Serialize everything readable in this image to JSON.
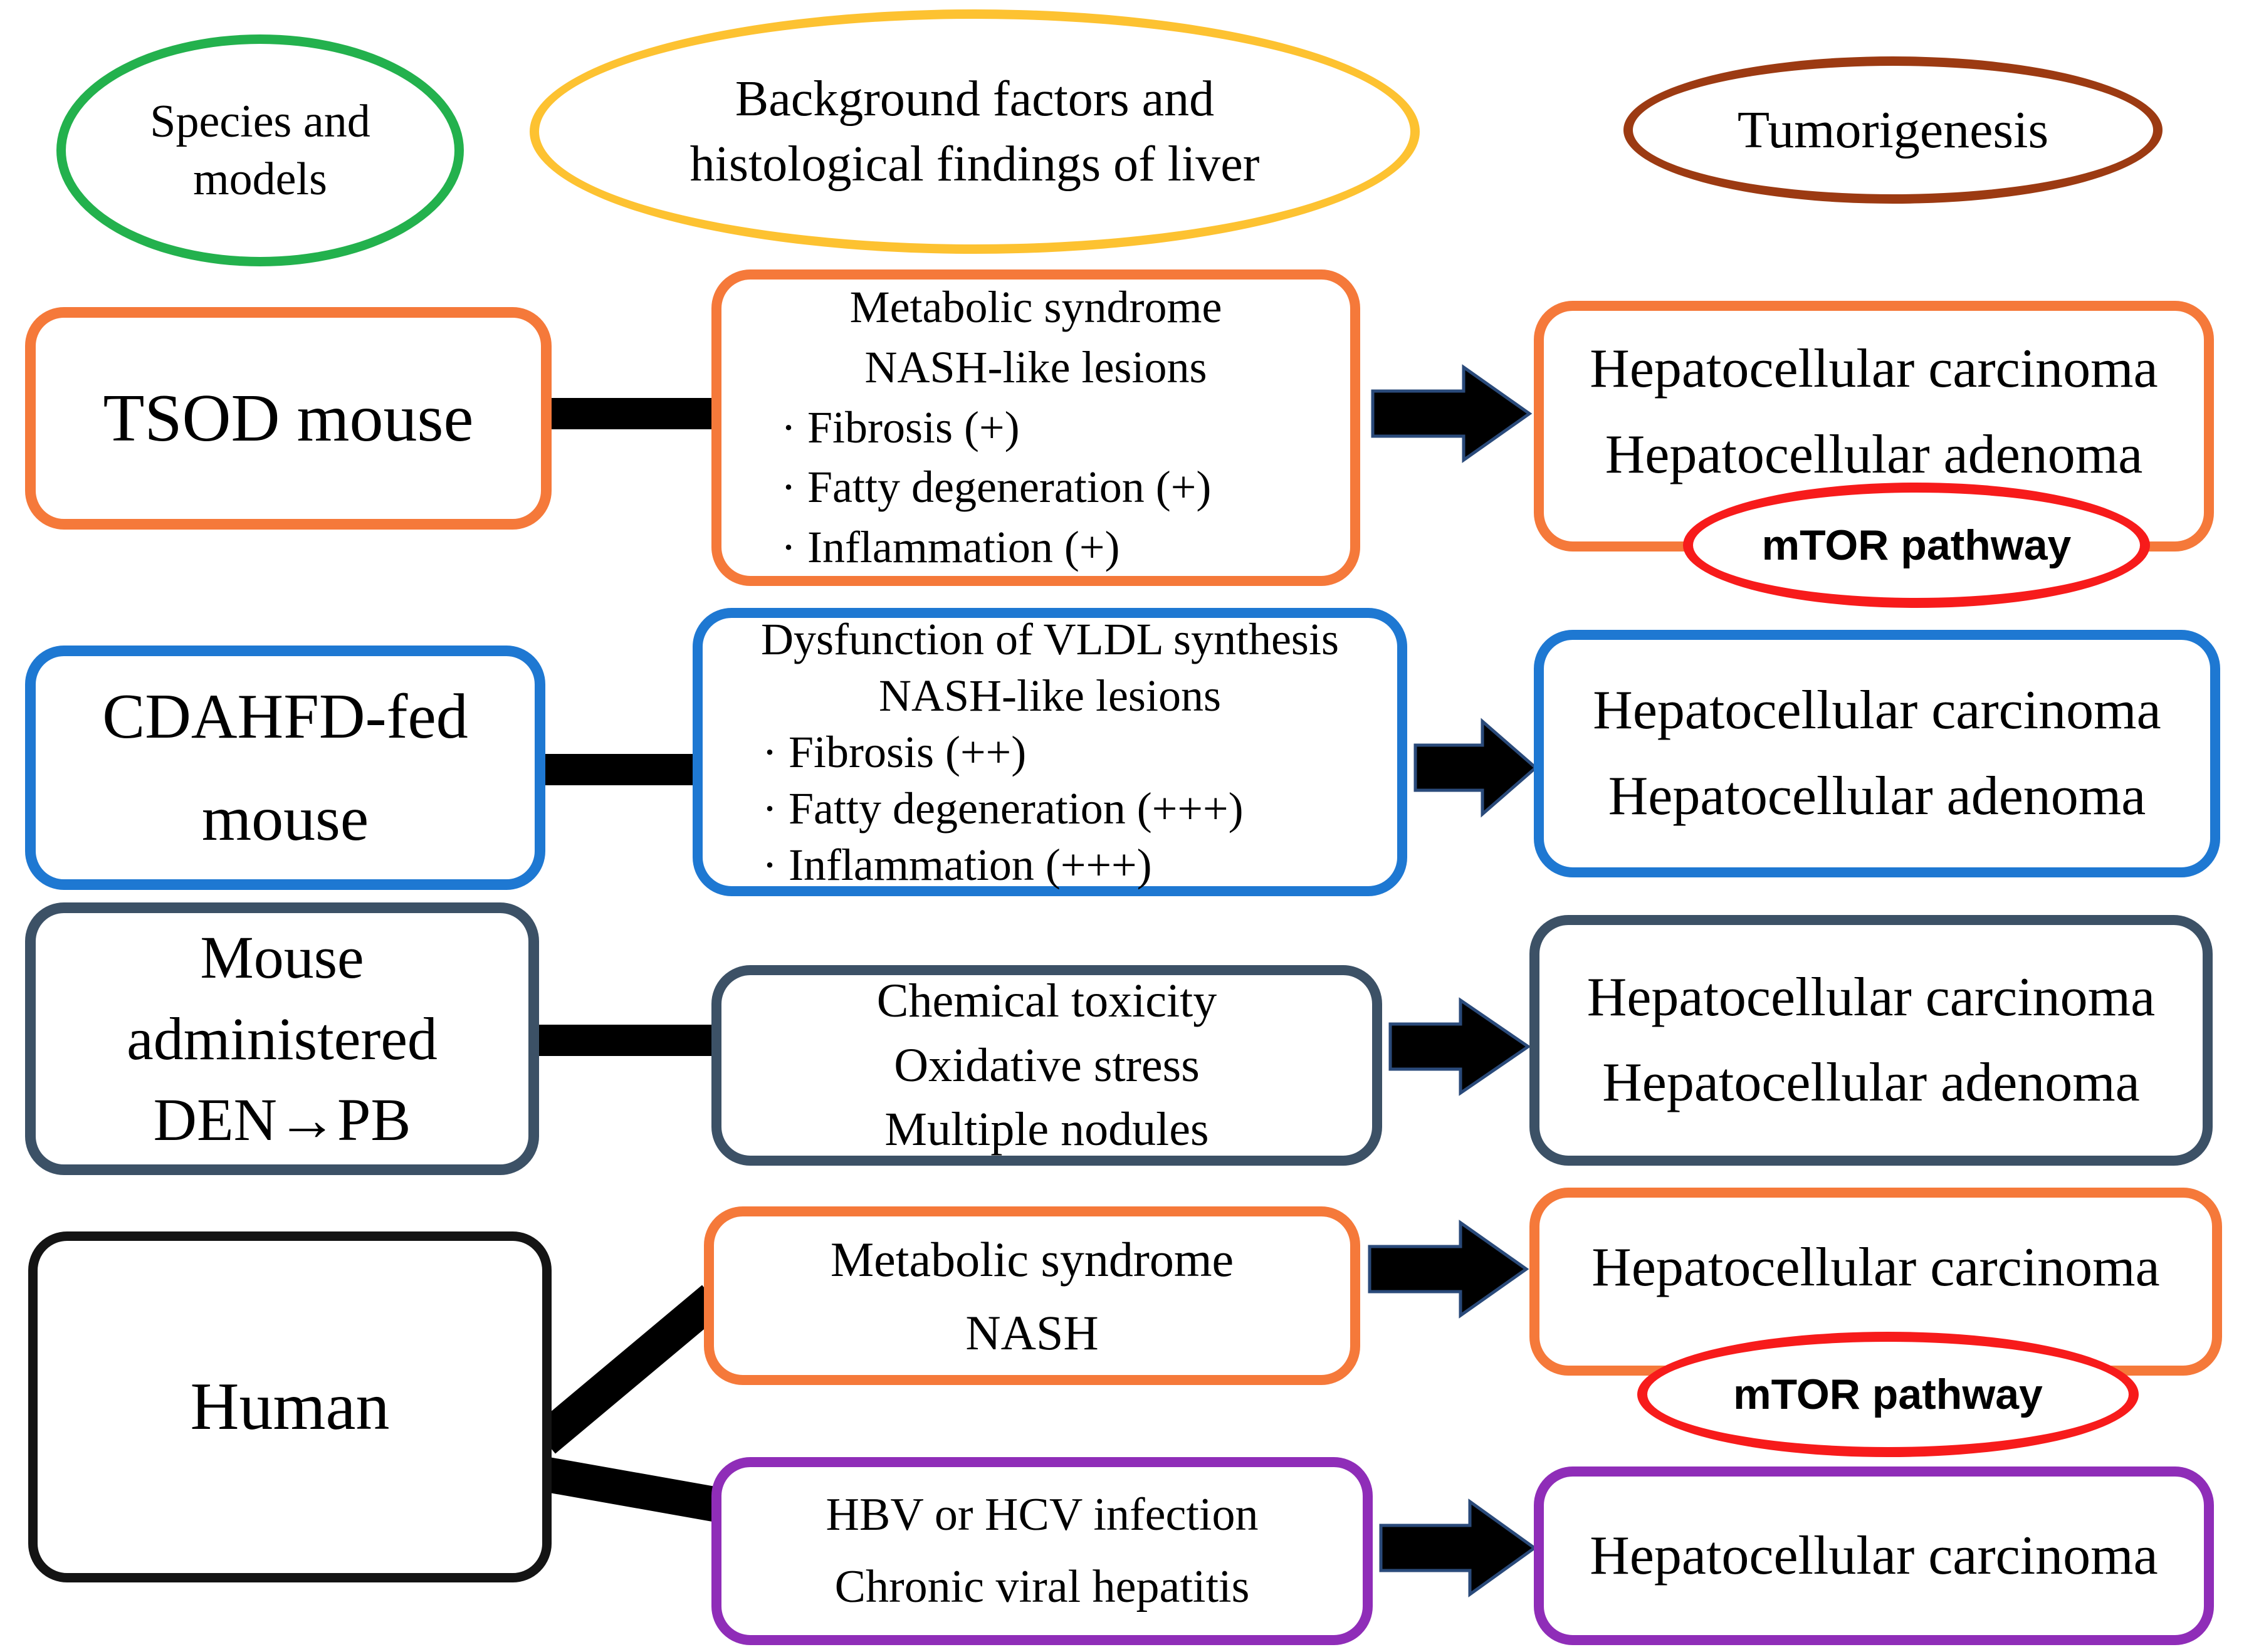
{
  "header": {
    "species_models": "Species and\nmodels",
    "background_factors": "Background factors and\nhistological findings of liver",
    "tumorigenesis": "Tumorigenesis"
  },
  "rows": {
    "tsod": {
      "model": "TSOD mouse",
      "findings_title": [
        "Metabolic syndrome",
        "NASH-like lesions"
      ],
      "findings_bullets": [
        "· Fibrosis (+)",
        "· Fatty degeneration (+)",
        "· Inflammation (+)"
      ],
      "outcome": "Hepatocellular carcinoma\nHepatocellular adenoma",
      "pathway_badge": "mTOR pathway"
    },
    "cdahfd": {
      "model": "CDAHFD-fed\nmouse",
      "findings_title": [
        "Dysfunction of VLDL synthesis",
        "NASH-like lesions"
      ],
      "findings_bullets": [
        "· Fibrosis (++)",
        "· Fatty degeneration (+++)",
        "· Inflammation (+++)"
      ],
      "outcome": "Hepatocellular carcinoma\nHepatocellular adenoma"
    },
    "den_pb": {
      "model": "Mouse\nadministered\nDEN→PB",
      "findings": "Chemical toxicity\nOxidative stress\nMultiple nodules",
      "outcome": "Hepatocellular carcinoma\nHepatocellular adenoma"
    },
    "human": {
      "model": "Human",
      "nash_path": {
        "findings": "Metabolic syndrome\nNASH",
        "outcome": "Hepatocellular carcinoma",
        "pathway_badge": "mTOR pathway"
      },
      "viral_path": {
        "findings": "HBV or HCV infection\nChronic viral hepatitis",
        "outcome": "Hepatocellular carcinoma"
      }
    }
  },
  "colors": {
    "species_ellipse": "#23b14d",
    "background_ellipse": "#fdc231",
    "tumorigenesis_ellipse": "#9c3a12",
    "tsod_row": "#f5793a",
    "cdahfd_row": "#1e78d2",
    "den_pb_row": "#3c5166",
    "human_box": "#141414",
    "nash_row": "#f5793a",
    "viral_row": "#8f2db8",
    "pathway_ellipse": "#f71b1b",
    "connector": "#000000",
    "connector_edge": "#2a4a7a"
  }
}
